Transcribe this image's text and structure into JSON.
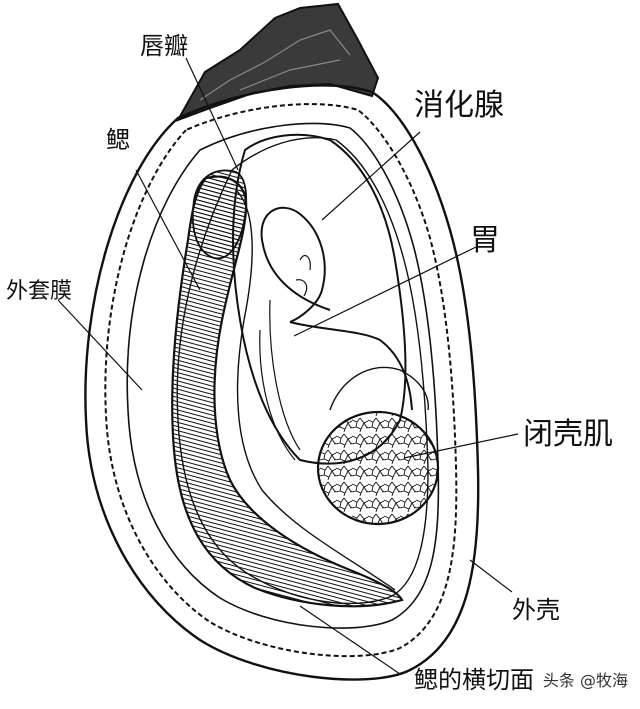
{
  "labels": {
    "lip": "唇瓣",
    "gill": "鳃",
    "mantle": "外套膜",
    "digestive_gland": "消化腺",
    "stomach": "胃",
    "adductor_muscle": "闭壳肌",
    "outer_shell": "外壳",
    "gill_cross_section": "鳃的横切面"
  },
  "watermark": "头条 @牧海",
  "colors": {
    "line": "#111111",
    "background": "#ffffff",
    "shell_top": "#3a3a3a"
  }
}
